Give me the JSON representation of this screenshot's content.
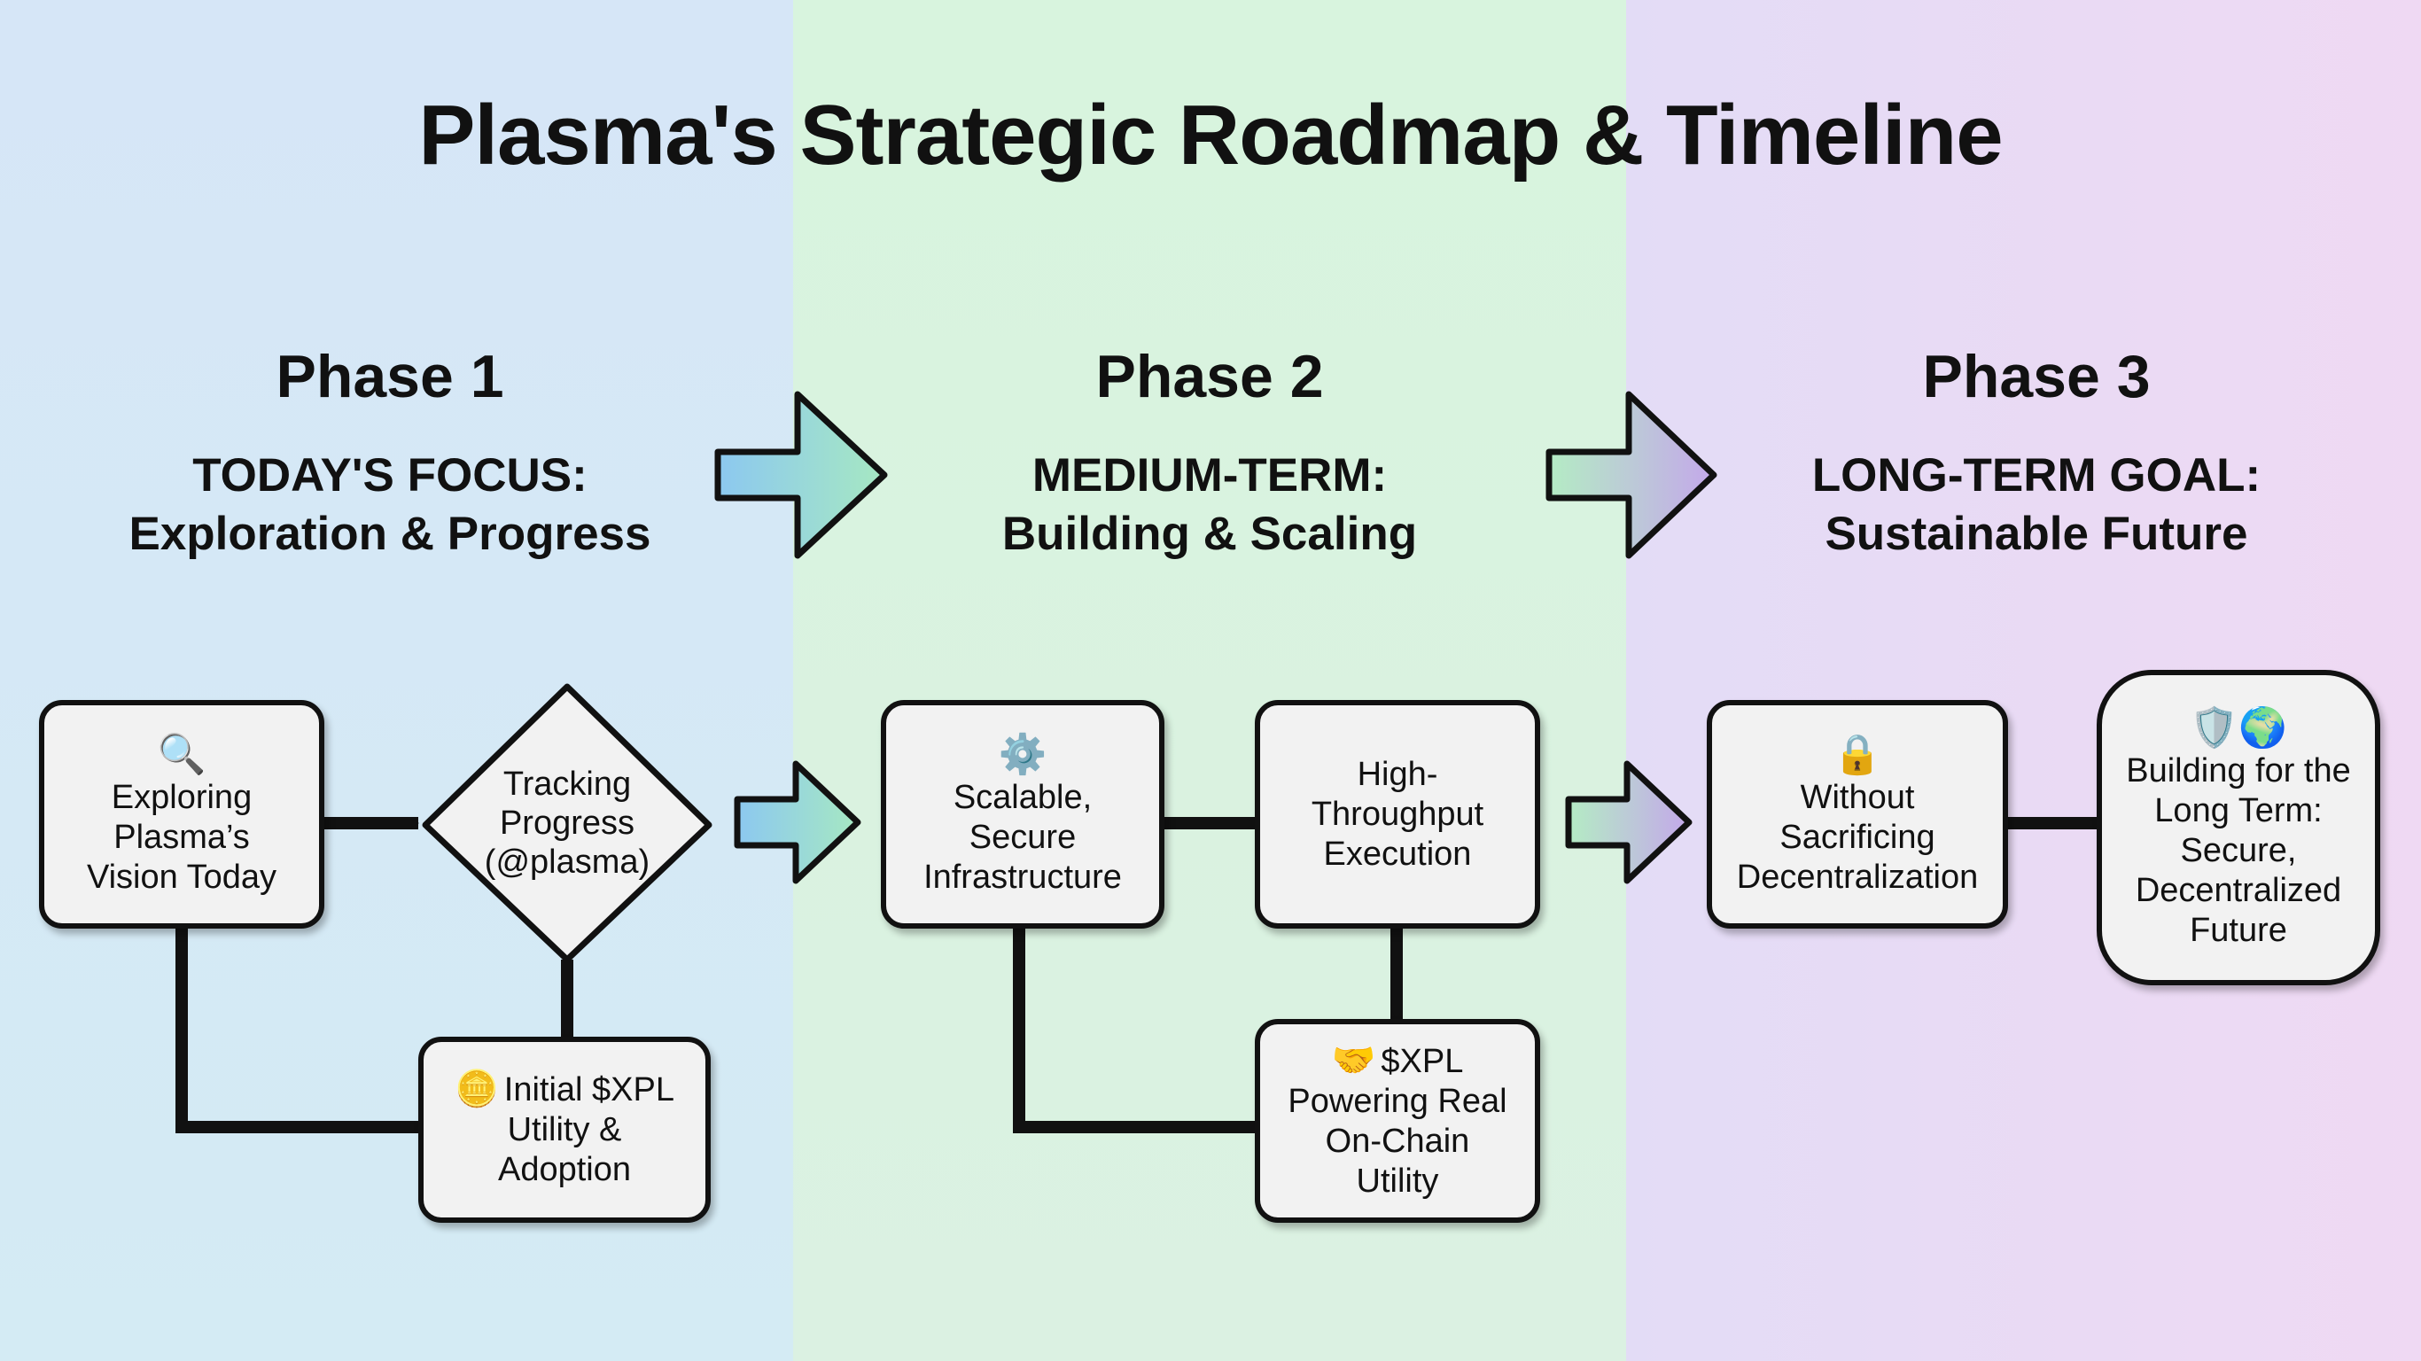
{
  "title": "Plasma's Strategic Roadmap & Timeline",
  "phases": [
    {
      "name": "Phase 1",
      "subtitle_line1": "TODAY'S FOCUS:",
      "subtitle_line2": "Exploration & Progress"
    },
    {
      "name": "Phase 2",
      "subtitle_line1": "MEDIUM-TERM:",
      "subtitle_line2": "Building & Scaling"
    },
    {
      "name": "Phase 3",
      "subtitle_line1": "LONG-TERM GOAL:",
      "subtitle_line2": "Sustainable Future"
    }
  ],
  "nodes": {
    "exploring": {
      "icon": "🔍",
      "label": "Exploring\nPlasma’s\nVision Today"
    },
    "tracking": {
      "label": "Tracking\nProgress\n(@plasma)"
    },
    "initial_xpl": {
      "icon": "🪙",
      "line1": "Initial $XPL",
      "rest": "Utility &\nAdoption"
    },
    "scalable": {
      "icon": "⚙️",
      "label": "Scalable,\nSecure\nInfrastructure"
    },
    "high_throughput": {
      "label": "High-\nThroughput\nExecution"
    },
    "xpl_powering": {
      "icon": "🤝",
      "line1": "$XPL",
      "rest": "Powering Real\nOn-Chain\nUtility"
    },
    "without_sacrificing": {
      "icon": "🔒",
      "label": "Without\nSacrificing\nDecentralization"
    },
    "building_long_term": {
      "icon": "🛡️🌍",
      "label": "Building for the\nLong Term:\nSecure,\nDecentralized\nFuture"
    }
  },
  "colors": {
    "phase1_bg": "#d6e6f7",
    "phase2_bg": "#d8f4de",
    "phase3_bg": "#e8daf5",
    "node_fill": "#f2f2f2",
    "stroke": "#111111"
  }
}
